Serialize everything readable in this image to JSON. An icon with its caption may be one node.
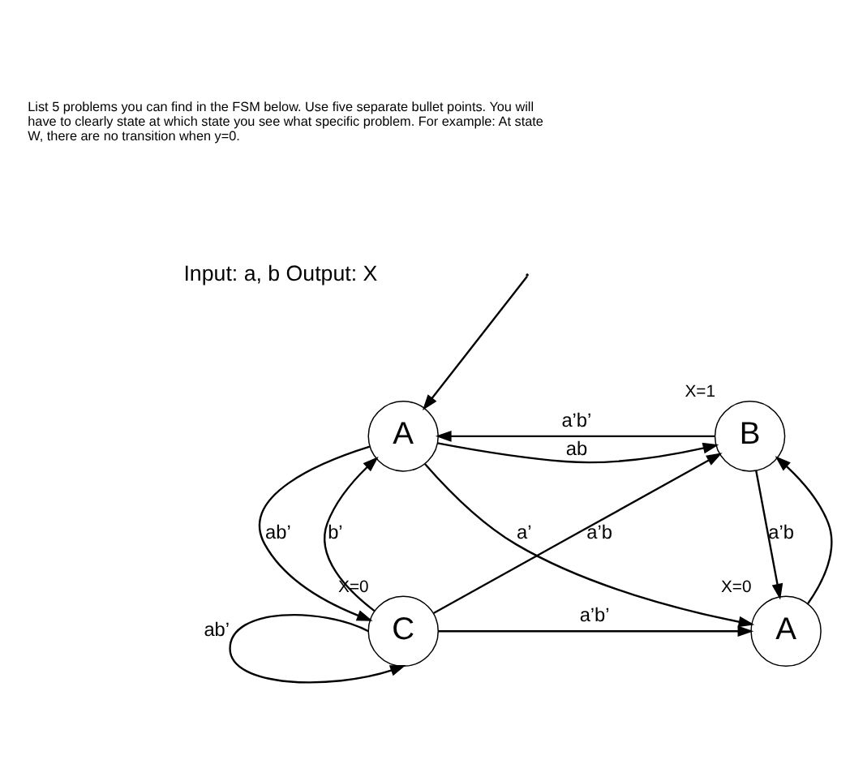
{
  "diagram": {
    "nodes": [
      {
        "text": [
          "A"
        ]
      },
      {
        "text": [
          "B"
        ],
        "beside": [
          "X=1"
        ]
      },
      {
        "text": [
          "C"
        ],
        "beside": [
          "X=0"
        ]
      },
      {
        "text": [
          "A"
        ],
        "beside": [
          "X=0"
        ]
      }
    ],
    "edges": [
      {
        "from": null,
        "to": 0,
        "arrow": "to"
      },
      {
        "from": 0,
        "to": 1,
        "arrow": "to",
        "label": "ab"
      },
      {
        "from": 1,
        "to": 0,
        "arrow": "to",
        "label": "a’b’"
      },
      {
        "from": 0,
        "to": 3,
        "arrow": "to",
        "label": "a’"
      },
      {
        "from": 2,
        "to": 1,
        "arrow": "to",
        "label": "a’b"
      },
      {
        "from": 2,
        "to": 0,
        "arrow": "to",
        "label": "b’"
      },
      {
        "from": 0,
        "to": 2,
        "arrow": "to",
        "label": "ab’"
      },
      {
        "from": 1,
        "to": 3,
        "arrow": "to",
        "label": "a’b"
      },
      {
        "from": 3,
        "to": 1,
        "arrow": "to"
      },
      {
        "from": 2,
        "to": 2,
        "arrow": "to",
        "label": "ab’"
      },
      {
        "from": 2,
        "to": 3,
        "arrow": "to",
        "label": "a’b’"
      }
    ],
    "labels": [
      "List 5 problems you can find in the FSM below. Use five separate bullet points. You will have to clearly state at which state you see what specific problem. For example: At state W, there are no transition when y=0.",
      "Input: a, b Output: X"
    ]
  }
}
